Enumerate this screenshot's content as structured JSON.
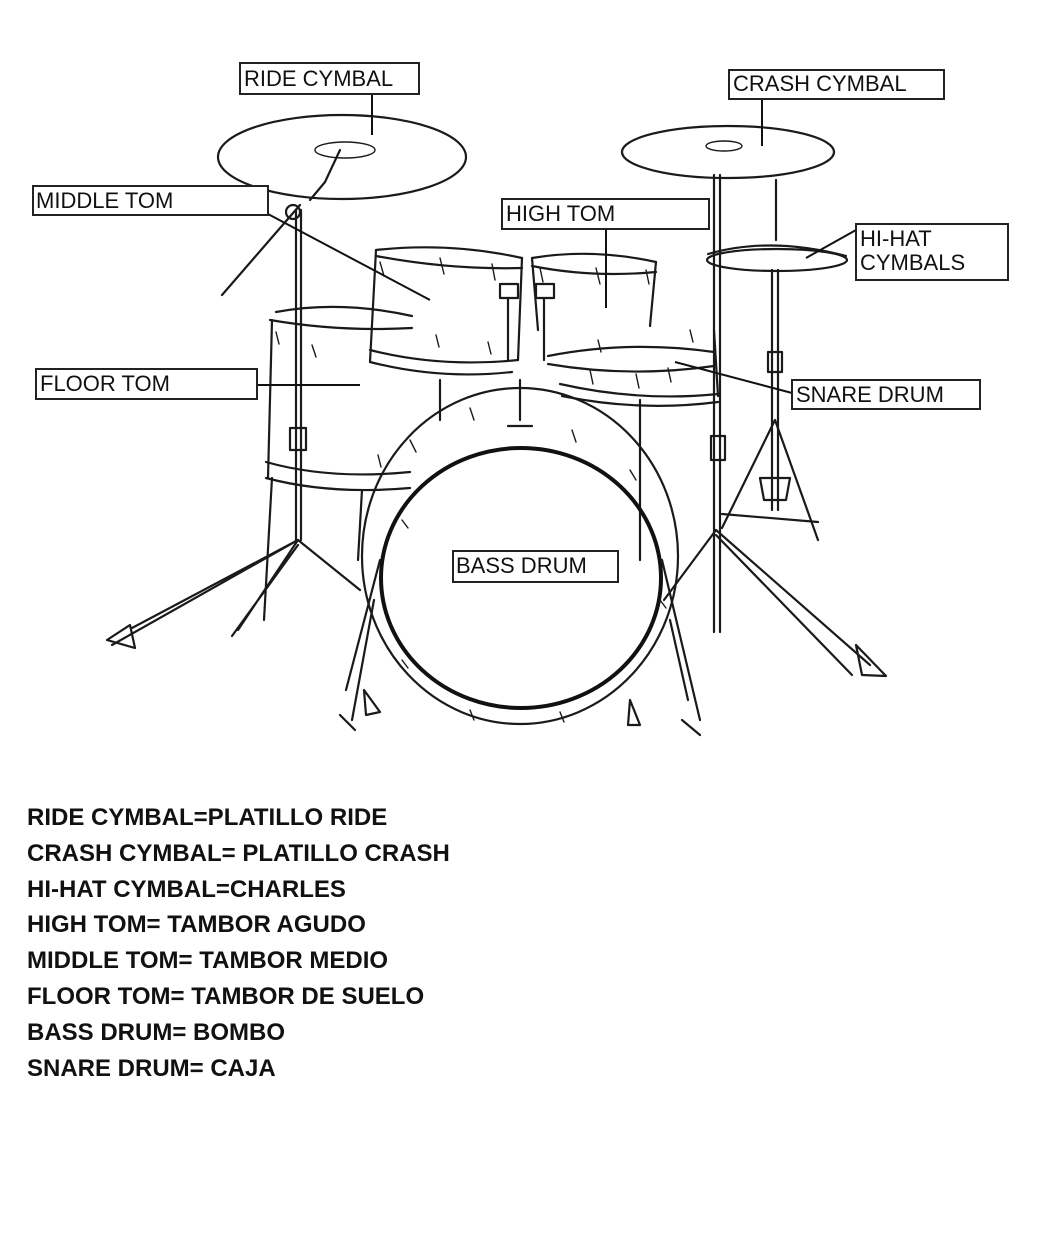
{
  "labels": {
    "ride_cymbal": "RIDE CYMBAL",
    "crash_cymbal": "CRASH CYMBAL",
    "middle_tom": "MIDDLE TOM",
    "high_tom": "HIGH TOM",
    "hihat_line1": "HI-HAT",
    "hihat_line2": "CYMBALS",
    "floor_tom": "FLOOR TOM",
    "snare_drum": "SNARE DRUM",
    "bass_drum": "BASS DRUM"
  },
  "glossary": [
    "RIDE CYMBAL=PLATILLO  RIDE",
    "CRASH CYMBAL= PLATILLO CRASH",
    "HI-HAT CYMBAL=CHARLES",
    "HIGH TOM= TAMBOR AGUDO",
    "MIDDLE TOM= TAMBOR MEDIO",
    "FLOOR TOM= TAMBOR DE SUELO",
    "BASS DRUM= BOMBO",
    "SNARE DRUM= CAJA"
  ]
}
